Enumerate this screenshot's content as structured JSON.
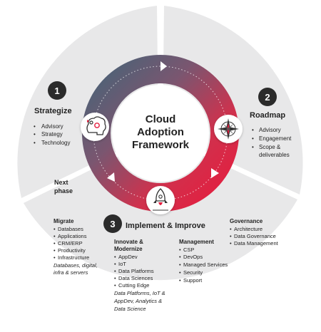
{
  "center": {
    "line1": "Cloud",
    "line2": "Adoption",
    "line3": "Framework"
  },
  "strategize": {
    "number": "1",
    "title": "Strategize",
    "items": [
      "Advisory",
      "Strategy",
      "Technology"
    ],
    "icon": "brain-gears-icon"
  },
  "roadmap": {
    "number": "2",
    "title": "Roadmap",
    "items": [
      "Advisory",
      "Engagement",
      "Scope &",
      "deliverables"
    ],
    "icon": "compass-rose-icon"
  },
  "implement": {
    "number": "3",
    "title": "Implement & Improve",
    "icon": "rocket-icon"
  },
  "next_phase": {
    "line1": "Next",
    "line2": "phase"
  },
  "migrate": {
    "title": "Migrate",
    "items": [
      "Databases",
      "Applications",
      "CRM/ERP",
      "Productivity",
      "Infrastructure"
    ],
    "note": [
      "Databases, digital,",
      "infra & servers"
    ]
  },
  "innovate": {
    "title": [
      "Innovate &",
      "Modernize"
    ],
    "items": [
      "AppDev",
      "IoT",
      "Data Platforms",
      "Data Sciences",
      "Cutting Edge"
    ],
    "note": [
      "Data Platforms, IoT &",
      "AppDev, Analytics &",
      "Data Science"
    ]
  },
  "management": {
    "title": "Management",
    "items": [
      "CSP",
      "DevOps",
      "Managed Services",
      "Security",
      "Support"
    ]
  },
  "governance": {
    "title": "Governance",
    "items": [
      "Architecture",
      "Data Governance",
      "Data Management"
    ]
  },
  "colors": {
    "sector_fill": "#e8e8e9",
    "badge": "#2b2b2b",
    "ring_start": "#4d6578",
    "ring_end": "#e41e3f",
    "accent_red": "#d8243d"
  }
}
